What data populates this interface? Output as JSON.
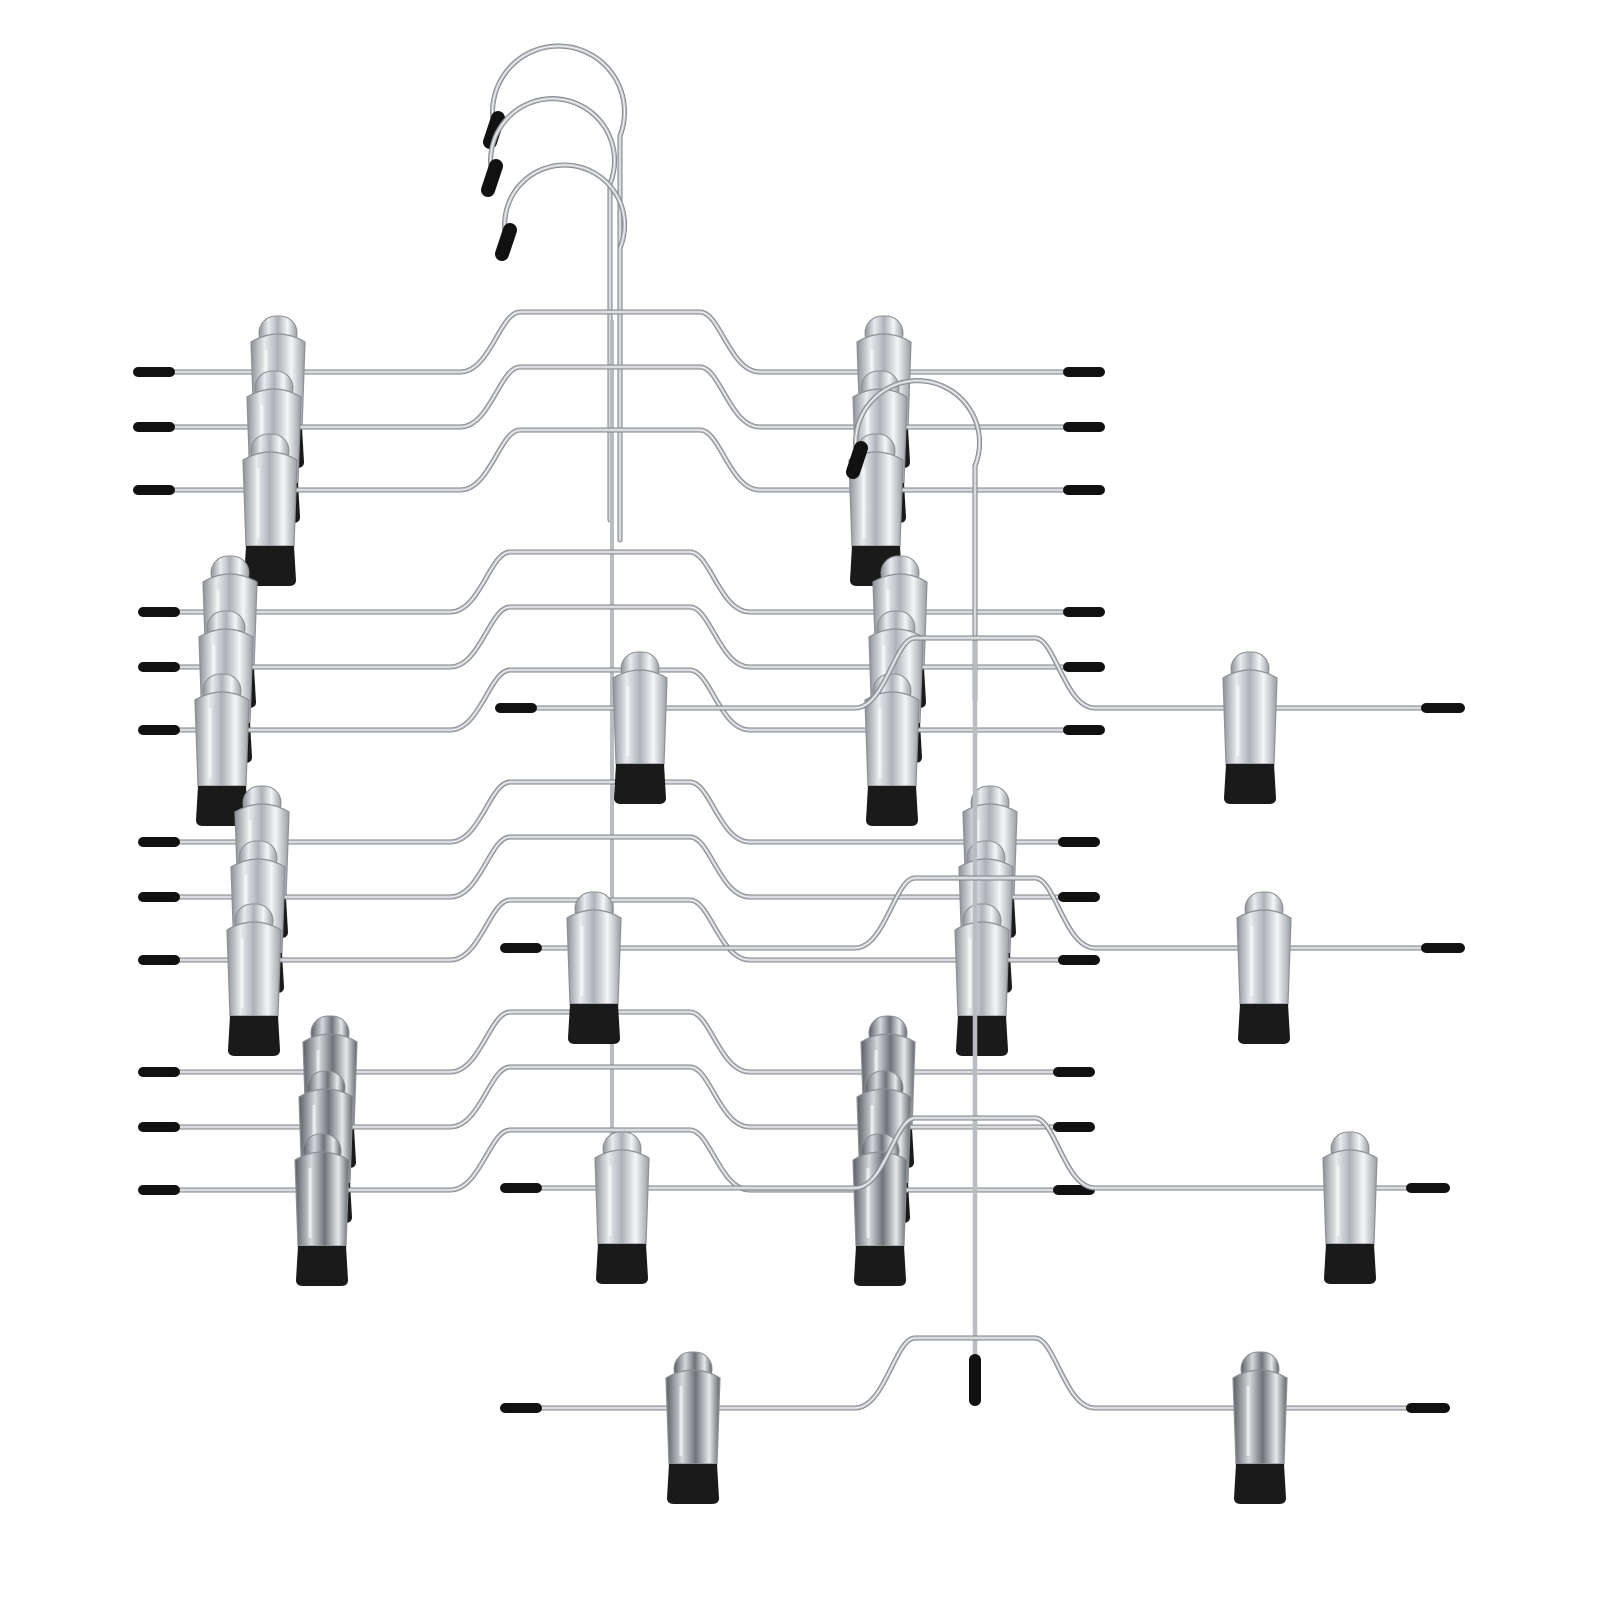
{
  "scene": {
    "background": "#ffffff",
    "wire_color": "#b9bcc0",
    "wire_highlight": "#eef0f2",
    "tip_color": "#111111",
    "clip_body_color": "#d9dbde",
    "clip_shade_color": "#9ea3a8",
    "clip_pad_color": "#1a1a1a",
    "hanger_count": 2,
    "tiers_per_hanger": [
      6,
      4
    ],
    "clips_per_tier": 2,
    "icons": [
      "hook-icon",
      "clip-icon"
    ]
  }
}
